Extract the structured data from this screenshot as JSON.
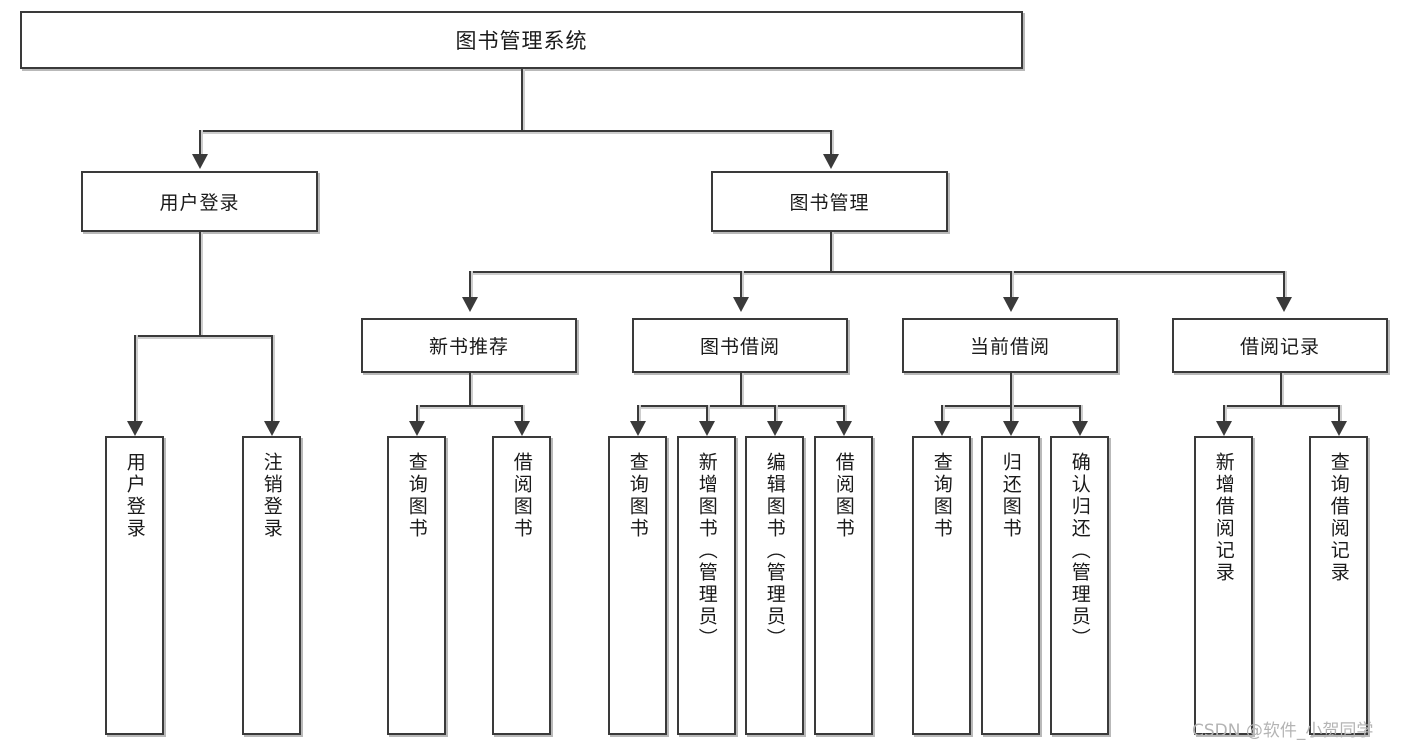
{
  "diagram": {
    "title": "图书管理系统",
    "type": "hierarchy-tree",
    "root": {
      "id": "root",
      "label": "图书管理系统"
    },
    "level1": [
      {
        "id": "user-login",
        "label": "用户登录"
      },
      {
        "id": "book-manage",
        "label": "图书管理"
      }
    ],
    "level2": [
      {
        "id": "new-book-recommend",
        "label": "新书推荐",
        "parent": "book-manage"
      },
      {
        "id": "book-borrow",
        "label": "图书借阅",
        "parent": "book-manage"
      },
      {
        "id": "current-borrow",
        "label": "当前借阅",
        "parent": "book-manage"
      },
      {
        "id": "borrow-record",
        "label": "借阅记录",
        "parent": "book-manage"
      }
    ],
    "leaves": [
      {
        "id": "leaf-user-login",
        "label": "用户登录",
        "parent": "user-login"
      },
      {
        "id": "leaf-user-logout",
        "label": "注销登录",
        "parent": "user-login"
      },
      {
        "id": "leaf-query-book-1",
        "label": "查询图书",
        "parent": "new-book-recommend"
      },
      {
        "id": "leaf-borrow-book-1",
        "label": "借阅图书",
        "parent": "new-book-recommend"
      },
      {
        "id": "leaf-query-book-2",
        "label": "查询图书",
        "parent": "book-borrow"
      },
      {
        "id": "leaf-add-book",
        "label": "新增图书（管理员）",
        "parent": "book-borrow"
      },
      {
        "id": "leaf-edit-book",
        "label": "编辑图书（管理员）",
        "parent": "book-borrow"
      },
      {
        "id": "leaf-borrow-book-2",
        "label": "借阅图书",
        "parent": "book-borrow"
      },
      {
        "id": "leaf-query-book-3",
        "label": "查询图书",
        "parent": "current-borrow"
      },
      {
        "id": "leaf-return-book",
        "label": "归还图书",
        "parent": "current-borrow"
      },
      {
        "id": "leaf-confirm-return",
        "label": "确认归还（管理员）",
        "parent": "current-borrow"
      },
      {
        "id": "leaf-add-record",
        "label": "新增借阅记录",
        "parent": "borrow-record"
      },
      {
        "id": "leaf-query-record",
        "label": "查询借阅记录",
        "parent": "borrow-record"
      }
    ]
  },
  "watermark": {
    "text": "CSDN @软件_小贺同学"
  },
  "colors": {
    "border": "#3a3a3a",
    "background": "#ffffff",
    "text": "#1a1a1a",
    "shadow": "#b9b9b9",
    "watermark": "#b4b4b4"
  }
}
